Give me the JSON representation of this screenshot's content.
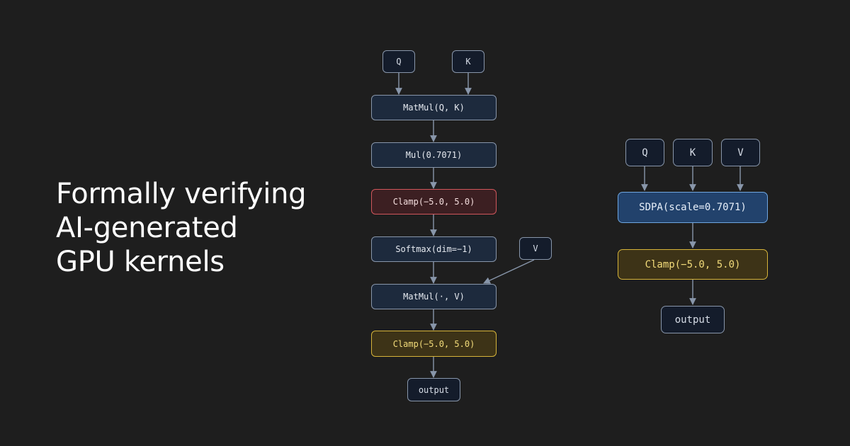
{
  "title": {
    "line1": "Formally verifying",
    "line2": "AI-generated",
    "line3": "GPU kernels"
  },
  "left_graph": {
    "q": "Q",
    "k": "K",
    "v": "V",
    "matmul_qk": "MatMul(Q, K)",
    "mul": "Mul(0.7071)",
    "clamp_red": "Clamp(−5.0, 5.0)",
    "softmax": "Softmax(dim=−1)",
    "matmul_v": "MatMul(·, V)",
    "clamp_yellow": "Clamp(−5.0, 5.0)",
    "output": "output"
  },
  "right_graph": {
    "q": "Q",
    "k": "K",
    "v": "V",
    "sdpa": "SDPA(scale=0.7071)",
    "clamp_yellow": "Clamp(−5.0, 5.0)",
    "output": "output"
  },
  "colors": {
    "background": "#1e1e1e",
    "edge": "#8896aa",
    "highlight_red": "#d0565b",
    "highlight_yellow": "#d6b43a",
    "highlight_blue": "#6fa6e0"
  }
}
